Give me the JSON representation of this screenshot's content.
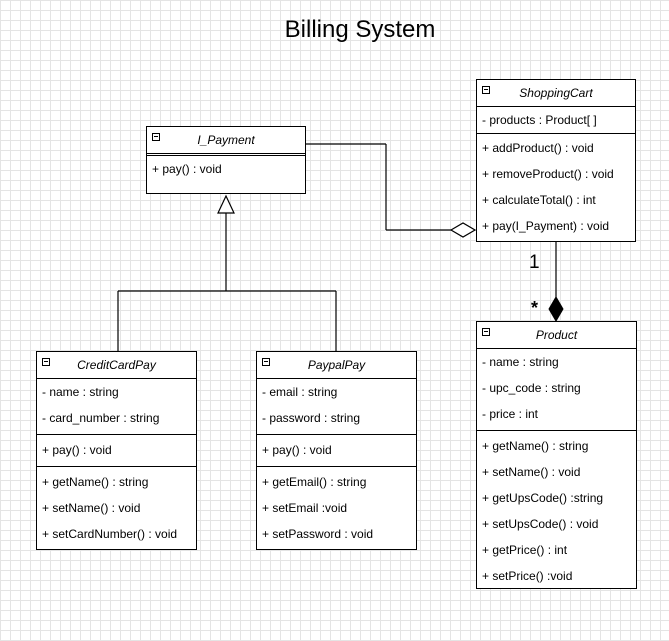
{
  "title": "Billing System",
  "classes": {
    "i_payment": {
      "name": "I_Payment",
      "attributes": [],
      "methods": [
        "+ pay() : void"
      ]
    },
    "shopping_cart": {
      "name": "ShoppingCart",
      "attributes": [
        "- products : Product[ ]"
      ],
      "methods": [
        "+ addProduct() : void",
        "+ removeProduct() : void",
        "+ calculateTotal() : int",
        "+ pay(I_Payment) : void"
      ]
    },
    "credit_card_pay": {
      "name": "CreditCardPay",
      "attributes": [
        "- name : string",
        "- card_number : string"
      ],
      "methods": [
        "+ pay() : void"
      ],
      "extra": [
        "+ getName() : string",
        "+ setName() : void",
        "+ setCardNumber() : void"
      ]
    },
    "paypal_pay": {
      "name": "PaypalPay",
      "attributes": [
        "- email : string",
        "- password : string"
      ],
      "methods": [
        "+ pay() : void"
      ],
      "extra": [
        "+ getEmail() : string",
        "+ setEmail :void",
        "+ setPassword : void"
      ]
    },
    "product": {
      "name": "Product",
      "attributes": [
        "- name : string",
        "- upc_code : string",
        "- price : int"
      ],
      "methods": [
        "+ getName() : string",
        "+ setName() : void",
        "+ getUpsCode() :string",
        "+ setUpsCode() : void",
        "+ getPrice() : int",
        "+ setPrice() :void"
      ]
    }
  },
  "multiplicity": {
    "cart_end": "1",
    "product_end": "*"
  }
}
